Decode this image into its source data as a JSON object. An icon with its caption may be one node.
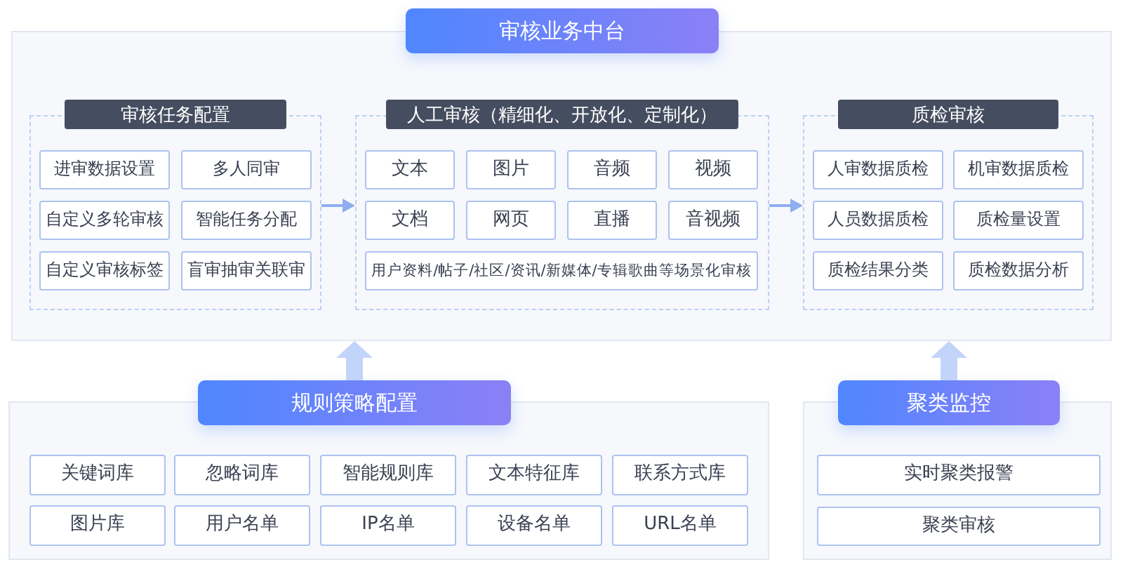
{
  "diagram": {
    "nodes": [
      {
        "text": [
          "审核业务中台"
        ]
      },
      {
        "text": [
          "审核任务配置"
        ],
        "in": 0
      },
      {
        "text": [
          "进审数据设置"
        ],
        "in": 1
      },
      {
        "text": [
          "多人同审"
        ],
        "in": 1
      },
      {
        "text": [
          "自定义多轮审核"
        ],
        "in": 1
      },
      {
        "text": [
          "智能任务分配"
        ],
        "in": 1
      },
      {
        "text": [
          "自定义审核标签"
        ],
        "in": 1
      },
      {
        "text": [
          "盲审抽审关联审"
        ],
        "in": 1
      },
      {
        "text": [
          "人工审核（精细化、开放化、定制化）"
        ],
        "in": 0
      },
      {
        "text": [
          "文本"
        ],
        "in": 8
      },
      {
        "text": [
          "图片"
        ],
        "in": 8
      },
      {
        "text": [
          "音频"
        ],
        "in": 8
      },
      {
        "text": [
          "视频"
        ],
        "in": 8
      },
      {
        "text": [
          "文档"
        ],
        "in": 8
      },
      {
        "text": [
          "网页"
        ],
        "in": 8
      },
      {
        "text": [
          "直播"
        ],
        "in": 8
      },
      {
        "text": [
          "音视频"
        ],
        "in": 8
      },
      {
        "text": [
          "用户资料/帖子/社区/资讯/新媒体/专辑歌曲等场景化审核"
        ],
        "in": 8
      },
      {
        "text": [
          "质检审核"
        ],
        "in": 0
      },
      {
        "text": [
          "人审数据质检"
        ],
        "in": 18
      },
      {
        "text": [
          "机审数据质检"
        ],
        "in": 18
      },
      {
        "text": [
          "人员数据质检"
        ],
        "in": 18
      },
      {
        "text": [
          "质检量设置"
        ],
        "in": 18
      },
      {
        "text": [
          "质检结果分类"
        ],
        "in": 18
      },
      {
        "text": [
          "质检数据分析"
        ],
        "in": 18
      },
      {
        "text": [
          "规则策略配置"
        ]
      },
      {
        "text": [
          "关键词库"
        ],
        "in": 25
      },
      {
        "text": [
          "忽略词库"
        ],
        "in": 25
      },
      {
        "text": [
          "智能规则库"
        ],
        "in": 25
      },
      {
        "text": [
          "文本特征库"
        ],
        "in": 25
      },
      {
        "text": [
          "联系方式库"
        ],
        "in": 25
      },
      {
        "text": [
          "图片库"
        ],
        "in": 25
      },
      {
        "text": [
          "用户名单"
        ],
        "in": 25
      },
      {
        "text": [
          "IP名单"
        ],
        "in": 25
      },
      {
        "text": [
          "设备名单"
        ],
        "in": 25
      },
      {
        "text": [
          "URL名单"
        ],
        "in": 25
      },
      {
        "text": [
          "聚类监控"
        ]
      },
      {
        "text": [
          "实时聚类报警"
        ],
        "in": 36
      },
      {
        "text": [
          "聚类审核"
        ],
        "in": 36
      }
    ],
    "edges": [
      {
        "from": 1,
        "to": 8,
        "arrow": "to"
      },
      {
        "from": 8,
        "to": 18,
        "arrow": "to"
      },
      {
        "from": 25,
        "to": 0,
        "arrow": "to",
        "style": "thick"
      },
      {
        "from": 36,
        "to": 0,
        "arrow": "to",
        "style": "thick"
      }
    ]
  }
}
